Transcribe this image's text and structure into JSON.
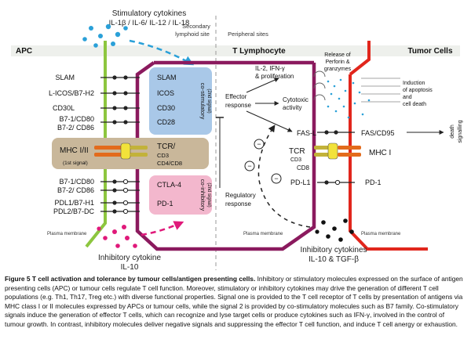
{
  "cells": {
    "apc": "APC",
    "t_lymphocyte": "T Lymphocyte",
    "tumor": "Tumor Cells"
  },
  "sites": {
    "secondary_line1": "Secondary",
    "secondary_line2": "lymphoid site",
    "peripheral": "Peripheral sites"
  },
  "cytokines": {
    "stimulatory_title": "Stimulatory cytokines",
    "stimulatory_list": "IL-1β / IL-6/ IL-12 / IL-18",
    "inhibitory_title": "Inhibitory cytokine",
    "inhibitory_list": "IL-10",
    "tumor_inhibitory_title": "Inhibitory cytokines",
    "tumor_inhibitory_list": "IL-10 & TGF-β"
  },
  "apc_molecules": {
    "slam": "SLAM",
    "licos": "L-ICOS/B7-H2",
    "cd30l": "CD30L",
    "b71_cd80": "B7-1/CD80",
    "b72_cd86": "B7-2/ CD86",
    "mhc": "MHC I/II",
    "first_signal": "(1st signal)",
    "b71_cd80_inh": "B7-1/CD80",
    "b72_cd86_inh": "B7-2/ CD86",
    "pdl1": "PDL1/B7-H1",
    "pdl2": "PDL2/B7-DC"
  },
  "t_molecules": {
    "slam": "SLAM",
    "icos": "ICOS",
    "cd30": "CD30",
    "cd28": "CD28",
    "co_stim_label_1": "co-stimulatory",
    "co_stim_label_2": "(2nd signal)",
    "tcr": "TCR/",
    "cd3": "CD3",
    "cd4_cd8": "CD4/CD8",
    "ctla4": "CTLA-4",
    "pd1": "PD-1",
    "co_inh_label_1": "co-inhibitory",
    "co_inh_label_2": "(2nd signal)",
    "fasl": "FAS-L",
    "tcr_right": "TCR",
    "cd3_right": "CD3",
    "cd8_right": "CD8",
    "pdl1_right": "PD-L1"
  },
  "responses": {
    "effector_1": "Effector",
    "effector_2": "response",
    "il2_1": "IL-2, IFN-γ",
    "il2_2": "& proliferation",
    "cytotoxic_1": "Cytotoxic",
    "cytotoxic_2": "activity",
    "regulatory_1": "Regulatory",
    "regulatory_2": "response"
  },
  "tumor_side": {
    "release_1": "Release of",
    "release_2": "Perforin &",
    "release_3": "granzymes",
    "induction_1": "Induction",
    "induction_2": "of apoptosis",
    "induction_3": "and",
    "induction_4": "cell death",
    "fas_cd95": "FAS/CD95",
    "death_1": "death",
    "death_2": "signalling",
    "mhc1": "MHC I",
    "pd1": "PD-1"
  },
  "membranes": {
    "apc_plasma": "Plasma membrane",
    "t_plasma": "Plasma membrane",
    "tumor_plasma": "Plasma membrane"
  },
  "minus_sign": "−",
  "caption": {
    "label": "Figure 5",
    "title": "T cell activation and tolerance by tumour cells/antigen presenting cells.",
    "body": "Inhibitory or stimulatory molecules expressed on the surface of antigen presenting cells (APC) or tumour cells regulate T cell function. Moreover, stimulatory or inhibitory cytokines may drive the generation of different T cell populations (e.g. Th1, Th17, Treg etc.) with diverse functional properties. Signal one is provided to the T cell receptor of T cells by presentation of antigens via MHC class I or II molecules expressed by APCs or tumour cells, while the signal 2 is provided by co-stimulatory molecules such as B7 family. Co-stimulatory signals induce the generation of effector T cells, which can recognize and lyse target cells or produce cytokines such as IFN-γ, involved in the control of tumour growth. In contrast, inhibitory molecules deliver negative signals and suppressing the effector T cell function, and induce T cell anergy or exhaustion."
  },
  "colors": {
    "apc_membrane": "#8dc63f",
    "t_membrane": "#8b1a5e",
    "tumor_membrane": "#e1261c",
    "costim_box": "#a9c8e8",
    "coinh_box": "#f3b7cd",
    "mhc_box": "#c9b79a",
    "stim_arrow": "#2aa0d8",
    "inh_dots": "#e0197a",
    "dots_blue": "#2aa0d8"
  }
}
